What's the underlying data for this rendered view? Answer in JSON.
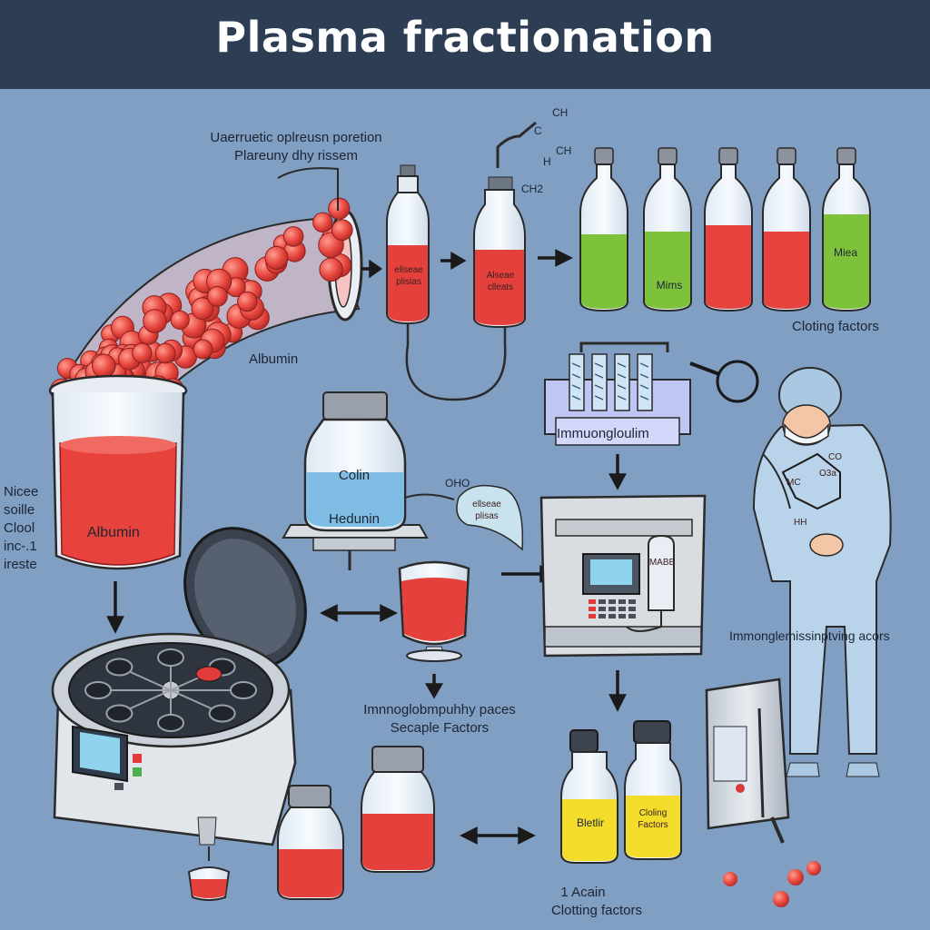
{
  "header": {
    "title": "Plasma fractionation"
  },
  "labels": {
    "top_caption_line1": "Uaerruetic oplreusn poretion",
    "top_caption_line2": "Plareuny dhy rissem",
    "albumin_tube": "Albumin",
    "albumin_jar": "Albumin",
    "left_note": [
      "Nicee",
      "soille",
      "Clool",
      "inc-.1",
      "ireste"
    ],
    "clotting_factors_top": "Cloting factors",
    "immunoglobulin_machine": "Immuongloulim",
    "immun_products": "Immonglemissinptving acors",
    "middle_caption_line1": "Imnnoglobmpuhhy paces",
    "middle_caption_line2": "Secaple Factors",
    "bottom_caption_line1": "1 Acain",
    "bottom_caption_line2": "Clotting factors",
    "flask1_label": [
      "ellseae",
      "plisias"
    ],
    "flask2_label": [
      "Alseae",
      "clleats"
    ],
    "green_bottle_label1": "Mims",
    "green_bottle_label2": "Miea",
    "flask_blue_label": [
      "Colin",
      "Hedunin"
    ],
    "bubble_label": [
      "ellseae",
      "plisas"
    ],
    "oho": "OHO",
    "yellow_bottle1": "Bletlir",
    "yellow_bottle2": [
      "Cloling",
      "Factors"
    ],
    "machine_screen": "MABB",
    "chem_top": [
      "CH",
      "C",
      "H",
      "CH"
    ],
    "chem_ch2": "CH2",
    "chem_worker": [
      "CO",
      "O3a",
      "MC",
      "HH"
    ]
  }
}
